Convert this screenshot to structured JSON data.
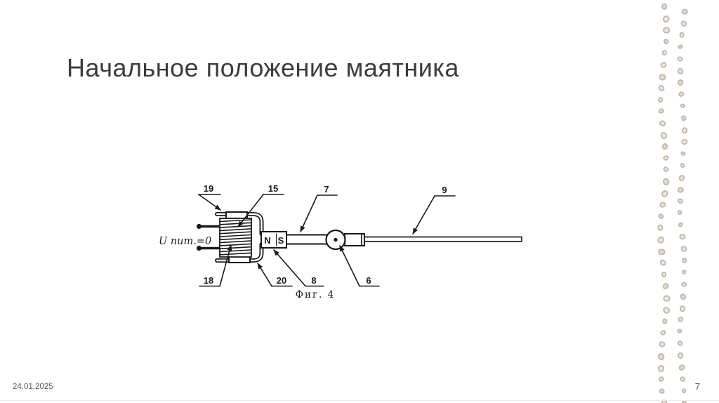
{
  "slide": {
    "title": "Начальное положение маятника",
    "footer": {
      "date": "24.01.2025",
      "page_number": "7"
    }
  },
  "figure": {
    "caption": "Фиг. 4",
    "voltage_label": "U пит.=0",
    "magnet_labels": {
      "north": "N",
      "south": "S"
    },
    "part_labels": {
      "p19": "19",
      "p15": "15",
      "p7": "7",
      "p9": "9",
      "p18": "18",
      "p20": "20",
      "p8": "8",
      "p6": "6"
    }
  },
  "colors": {
    "background": "#ffffff",
    "title_text": "#3c3c3c",
    "footer_text": "#595959",
    "drawing_ink": "#1a1a1a",
    "dot_outline": "#c3b9ac",
    "dot_fill": "#efe9e1"
  }
}
